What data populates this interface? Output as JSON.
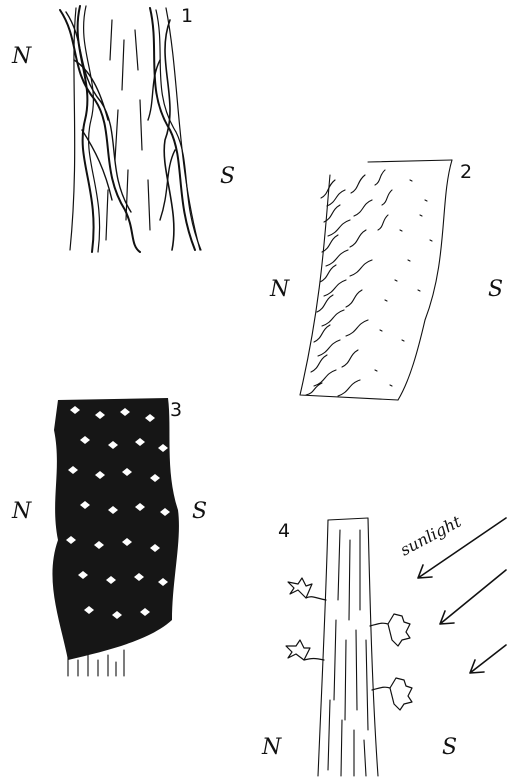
{
  "panels": [
    {
      "number": "1",
      "left_label": "N",
      "right_label": "S"
    },
    {
      "number": "2",
      "left_label": "N",
      "right_label": "S"
    },
    {
      "number": "3",
      "left_label": "N",
      "right_label": "S"
    },
    {
      "number": "4",
      "left_label": "N",
      "right_label": "S",
      "arrow_label": "sunlight"
    }
  ],
  "colors": {
    "ink": "#111111",
    "background": "#ffffff"
  }
}
